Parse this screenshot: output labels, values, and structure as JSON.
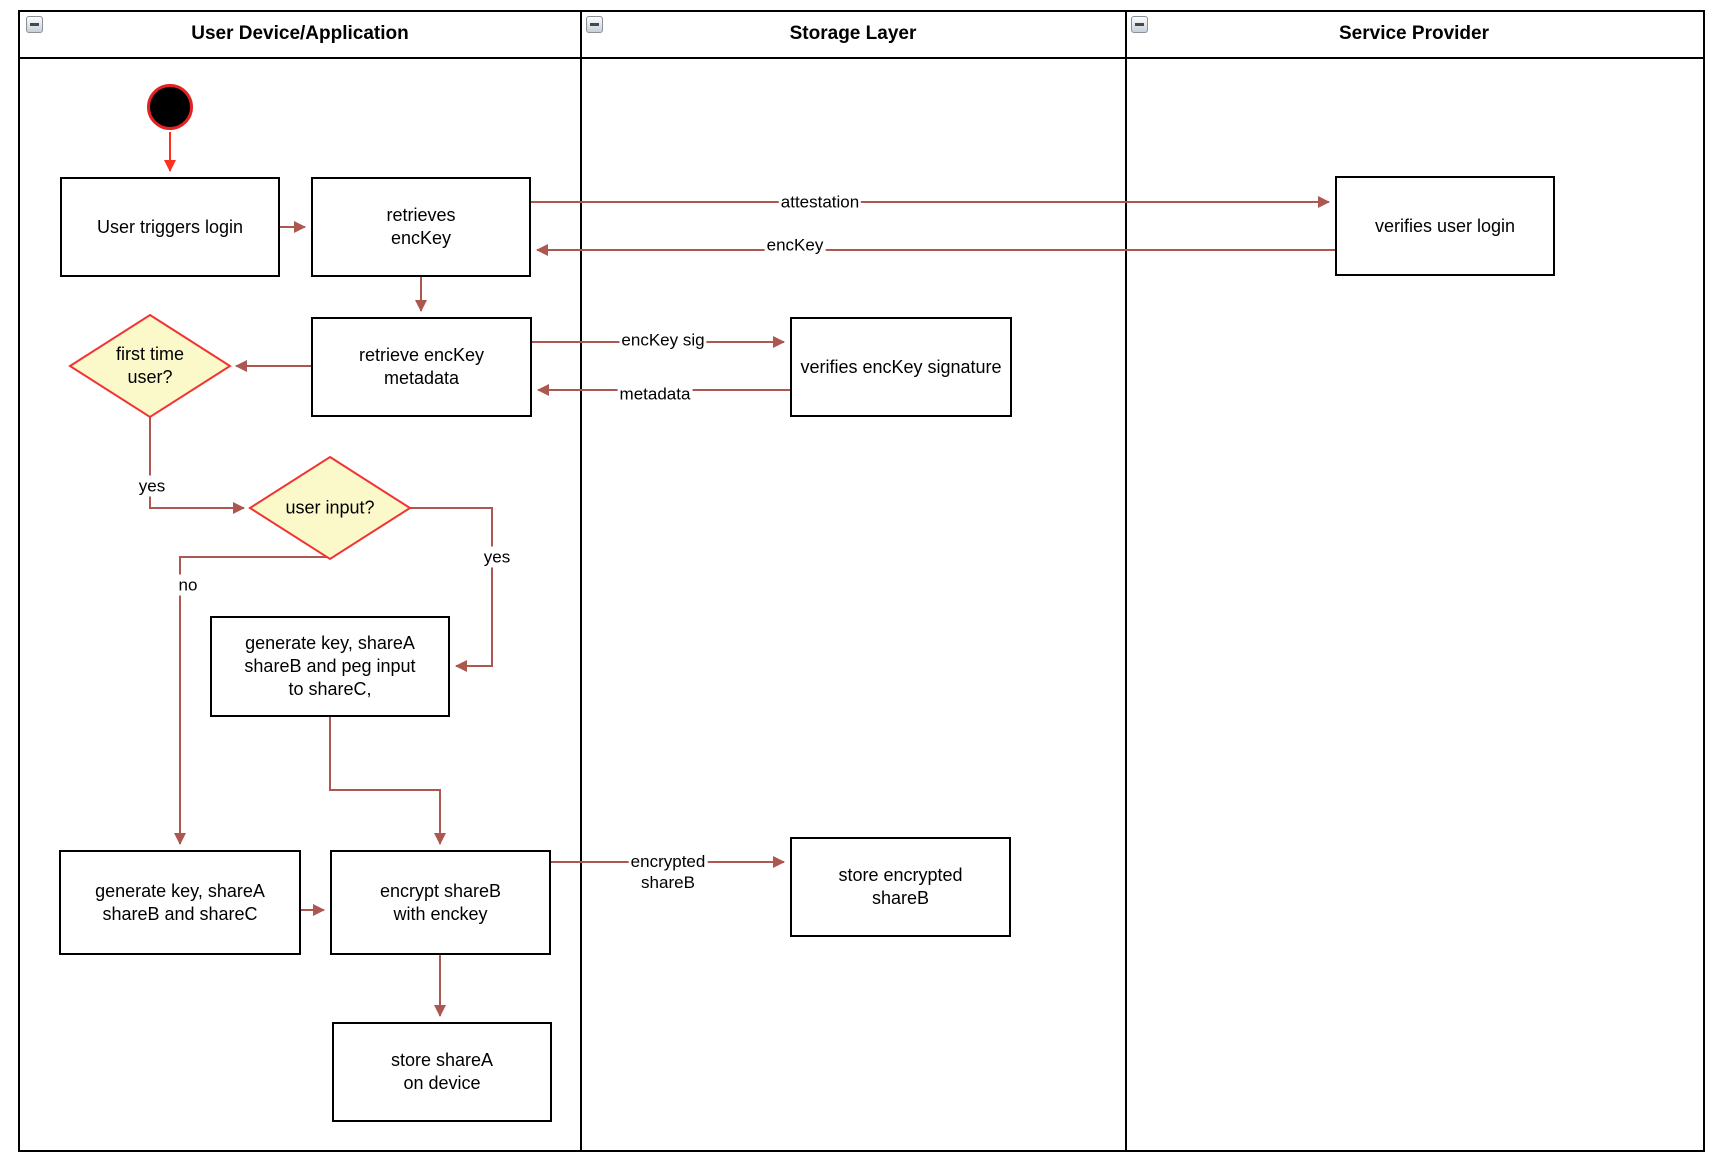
{
  "lanes": [
    {
      "label": "User Device/Application"
    },
    {
      "label": "Storage Layer"
    },
    {
      "label": "Service Provider"
    }
  ],
  "nodes": {
    "user_triggers_login": {
      "label": "User triggers login"
    },
    "retrieves_enckey": {
      "label": "retrieves\nencKey"
    },
    "verifies_user_login": {
      "label": "verifies user login"
    },
    "retrieve_metadata": {
      "label": "retrieve encKey\nmetadata"
    },
    "verifies_signature": {
      "label": "verifies encKey signature"
    },
    "first_time_user": {
      "label": "first time\nuser?"
    },
    "user_input": {
      "label": "user input?"
    },
    "generate_peg": {
      "label": "generate key, shareA\nshareB and peg input\nto shareC,"
    },
    "generate_shares": {
      "label": "generate key, shareA\nshareB and shareC"
    },
    "encrypt_shareb": {
      "label": "encrypt shareB\nwith enckey"
    },
    "store_encrypted": {
      "label": "store encrypted\nshareB"
    },
    "store_sharea": {
      "label": "store shareA\non device"
    }
  },
  "edges": {
    "attestation": {
      "label": "attestation"
    },
    "enckey_return": {
      "label": "encKey"
    },
    "enckey_sig": {
      "label": "encKey sig"
    },
    "metadata_return": {
      "label": "metadata"
    },
    "first_time_yes": {
      "label": "yes"
    },
    "user_input_yes": {
      "label": "yes"
    },
    "user_input_no": {
      "label": "no"
    },
    "encrypted_shareb": {
      "label": "encrypted\nshareB"
    }
  },
  "colors": {
    "edge": "#ac5750",
    "start_edge": "#ff3020",
    "start_fill": "#000000",
    "start_border": "#e32222",
    "diamond_fill": "#fbf8c9",
    "diamond_border": "#f23333",
    "box_border": "#000000",
    "lane_border": "#000000"
  }
}
